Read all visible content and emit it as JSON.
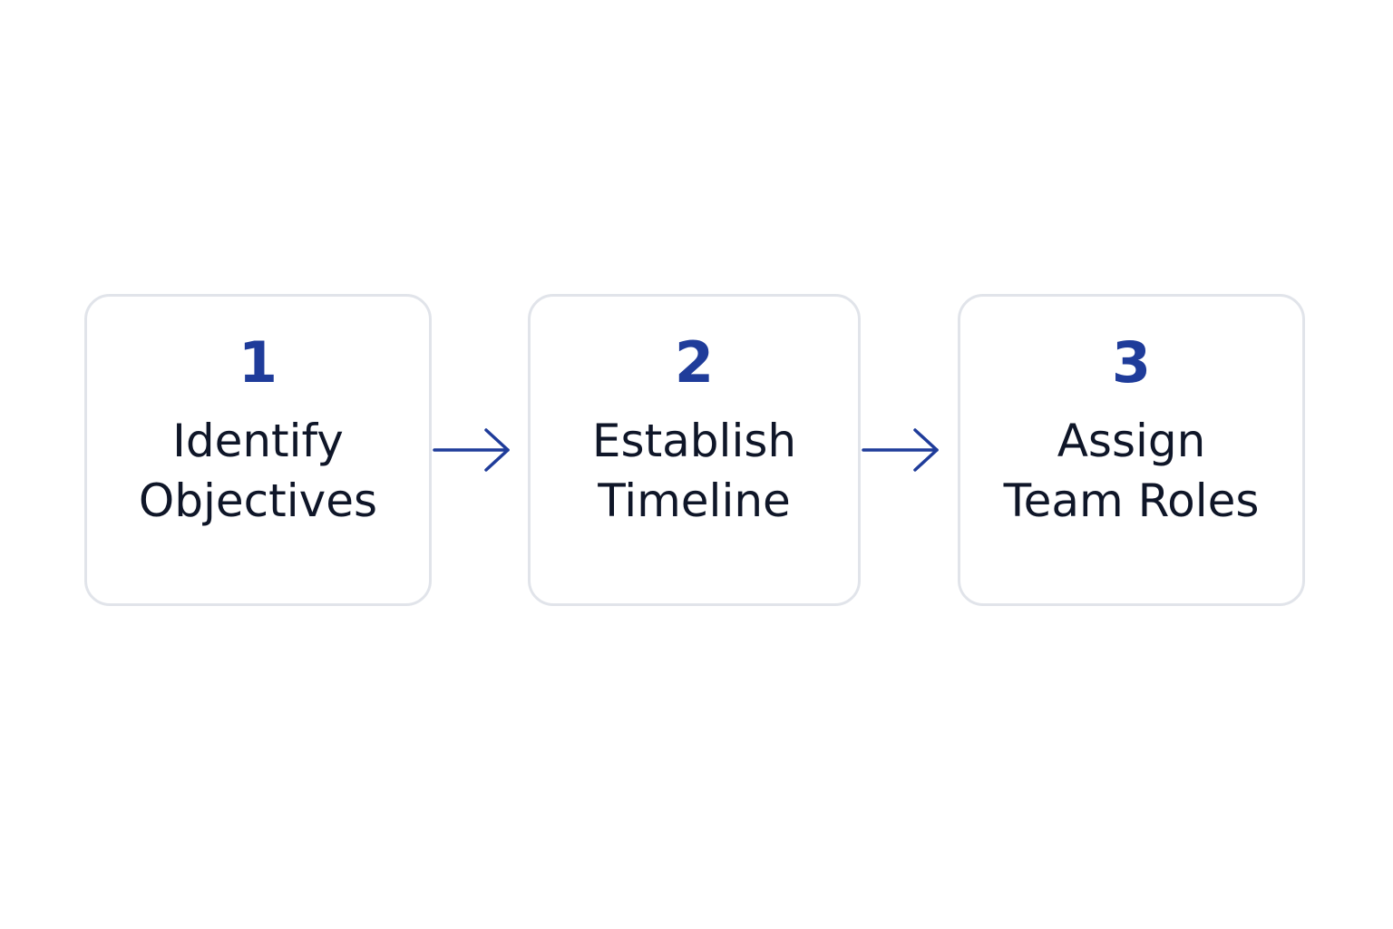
{
  "accent_color": "#1f3c9a",
  "text_color": "#0f1628",
  "border_color": "#e1e4ea",
  "steps": [
    {
      "number": "1",
      "line1": "Identify",
      "line2": "Objectives"
    },
    {
      "number": "2",
      "line1": "Establish",
      "line2": "Timeline"
    },
    {
      "number": "3",
      "line1": "Assign",
      "line2": "Team Roles"
    }
  ],
  "connectors": [
    {
      "icon": "arrow-right-icon",
      "from": "1",
      "to": "2"
    },
    {
      "icon": "arrow-right-icon",
      "from": "2",
      "to": "3"
    }
  ]
}
